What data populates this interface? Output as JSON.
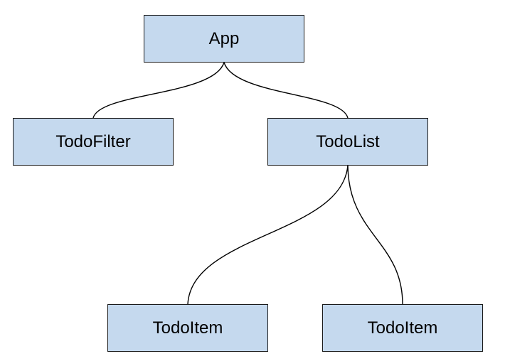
{
  "diagram": {
    "nodes": {
      "app": "App",
      "todo_filter": "TodoFilter",
      "todo_list": "TodoList",
      "todo_item_1": "TodoItem",
      "todo_item_2": "TodoItem"
    },
    "edges": [
      [
        "App",
        "TodoFilter"
      ],
      [
        "App",
        "TodoList"
      ],
      [
        "TodoList",
        "TodoItem"
      ],
      [
        "TodoList",
        "TodoItem"
      ]
    ],
    "colors": {
      "node_fill": "#c5d9ee",
      "node_border": "#1a1a1a",
      "edge": "#000000",
      "background": "#ffffff"
    }
  }
}
